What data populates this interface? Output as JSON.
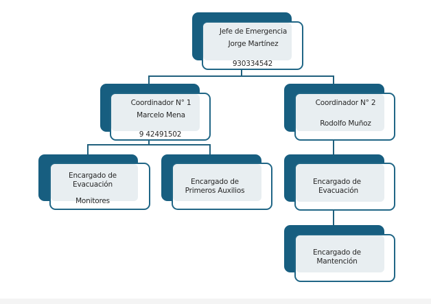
{
  "colors": {
    "accent_dark": "#175e80",
    "border": "#1f6585",
    "card_fill": "#e8eef1",
    "connector": "#1f5f7c"
  },
  "nodes": {
    "jefe": {
      "title": "Jefe de Emergencia",
      "name": "Jorge Martínez",
      "phone": "930334542"
    },
    "coord1": {
      "title": "Coordinador N° 1",
      "name": "Marcelo Mena",
      "phone": "9 42491502"
    },
    "coord2": {
      "title": "Coordinador N° 2",
      "name": "Rodolfo Muñoz"
    },
    "evac1": {
      "line1": "Encargado de",
      "line2": "Evacuación",
      "sub": "Monitores"
    },
    "primeros": {
      "line1": "Encargado de",
      "line2": "Primeros Auxilios"
    },
    "evac2": {
      "line1": "Encargado de",
      "line2": "Evacuación"
    },
    "mantencion": {
      "line1": "Encargado de",
      "line2": "Mantención"
    }
  }
}
